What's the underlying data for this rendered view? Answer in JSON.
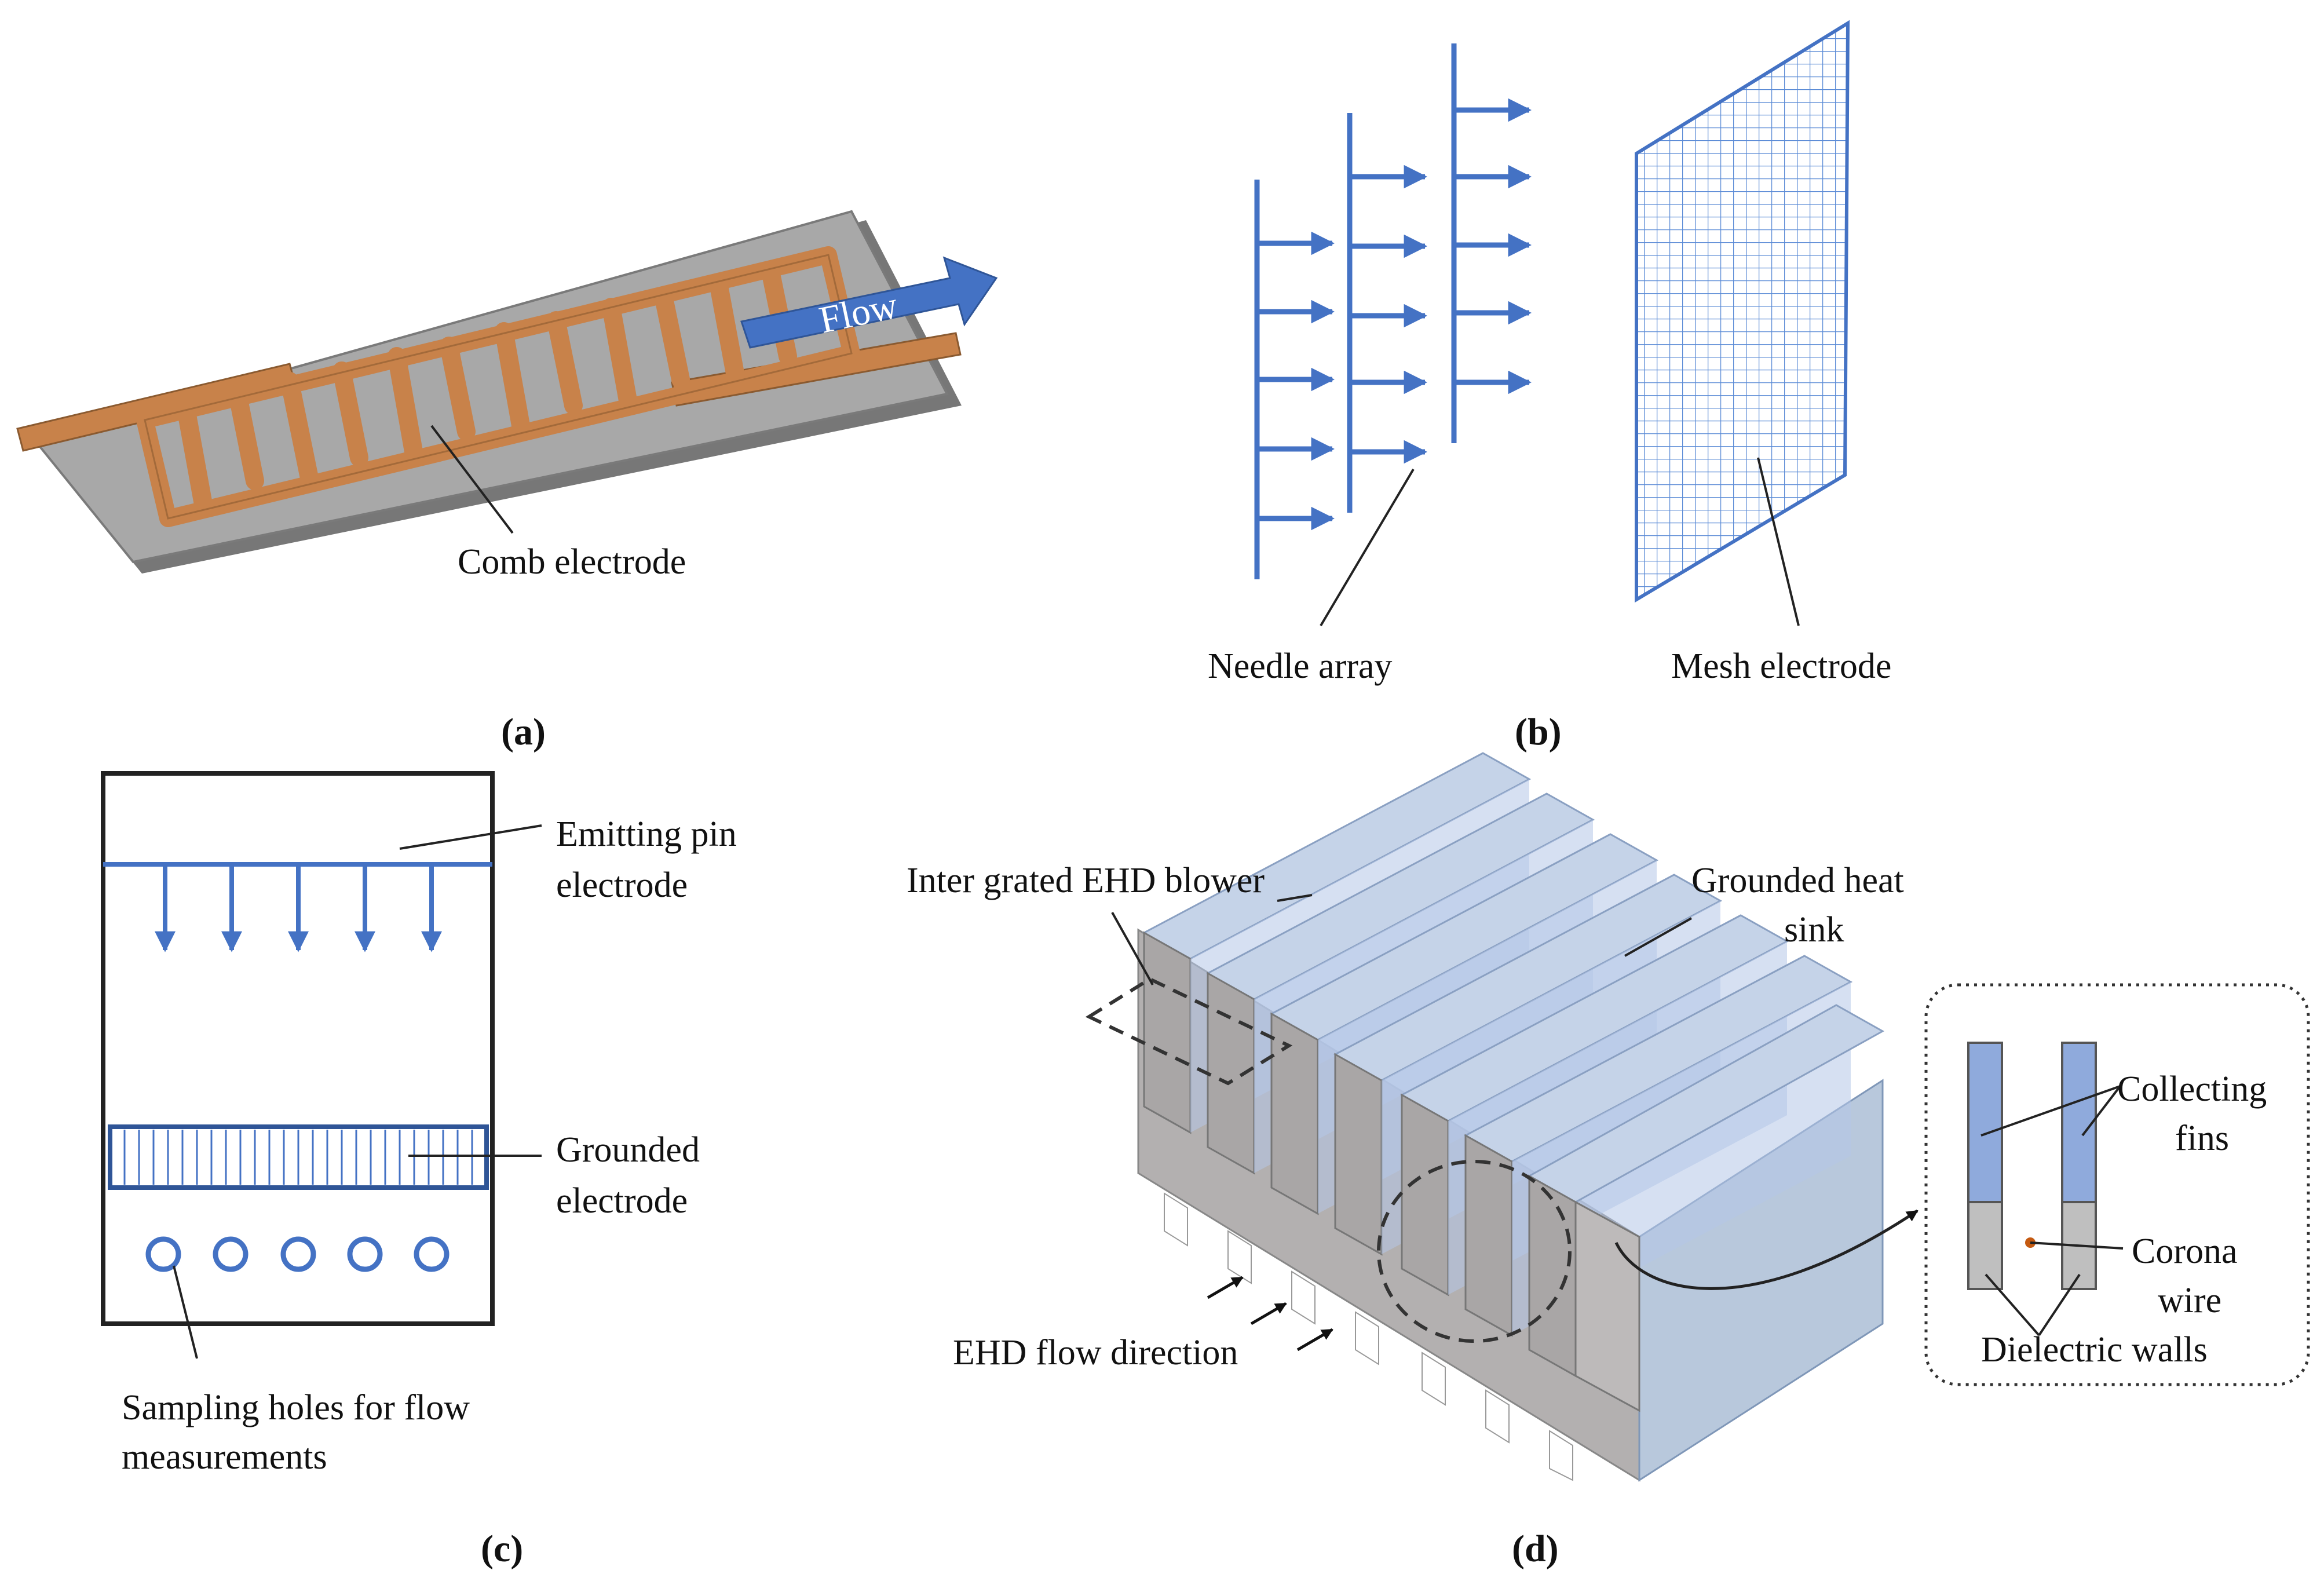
{
  "panels": {
    "a": {
      "caption": "(a)",
      "labels": {
        "comb_electrode": "Comb electrode",
        "flow": "Flow"
      }
    },
    "b": {
      "caption": "(b)",
      "labels": {
        "needle_array": "Needle array",
        "mesh_electrode": "Mesh electrode"
      }
    },
    "c": {
      "caption": "(c)",
      "labels": {
        "emitting_line1": "Emitting pin",
        "emitting_line2": "electrode",
        "grounded_line1": "Grounded",
        "grounded_line2": "electrode",
        "sampling_line1": "Sampling holes for flow",
        "sampling_line2": "measurements"
      }
    },
    "d": {
      "caption": "(d)",
      "labels": {
        "blower": "Inter grated EHD blower",
        "heatsink_line1": "Grounded heat",
        "heatsink_line2": "sink",
        "flow_direction": "EHD flow direction",
        "collecting_line1": "Collecting",
        "collecting_line2": "fins",
        "corona_line1": "Corona",
        "corona_line2": "wire",
        "dielectric": "Dielectric walls"
      }
    }
  },
  "colors": {
    "accent_blue": "#4472c4",
    "copper": "#c8824a",
    "plate_grey": "#a6a6a6",
    "fin_grey": "#b3b0b0",
    "fin_blue": "#b4c7e7",
    "corona_dot": "#c55a11"
  }
}
